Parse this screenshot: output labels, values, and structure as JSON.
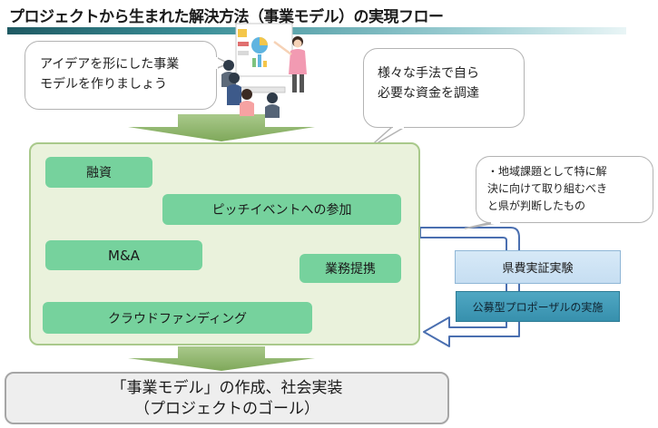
{
  "title": "プロジェクトから生まれた解決方法（事業モデル）の実現フロー",
  "bubbles": {
    "idea": [
      "アイデアを形にした事業",
      "モデルを作りましょう"
    ],
    "funding": [
      "様々な手法で自ら",
      "必要な資金を調達"
    ],
    "note": [
      "・地域課題として特に解",
      "決に向けて取り組むべき",
      "と県が判断したもの"
    ]
  },
  "methods": {
    "loan": "融資",
    "pitch_event": "ピッチイベントへの参加",
    "mna": "M&A",
    "partnership": "業務提携",
    "crowdfunding": "クラウドファンディング"
  },
  "prefecture": {
    "trial": "県費実証実験",
    "proposal": "公募型プロポーザルの実施"
  },
  "goal": {
    "line1": "「事業モデル」の作成、社会実装",
    "line2": "（プロジェクトのゴール）"
  }
}
